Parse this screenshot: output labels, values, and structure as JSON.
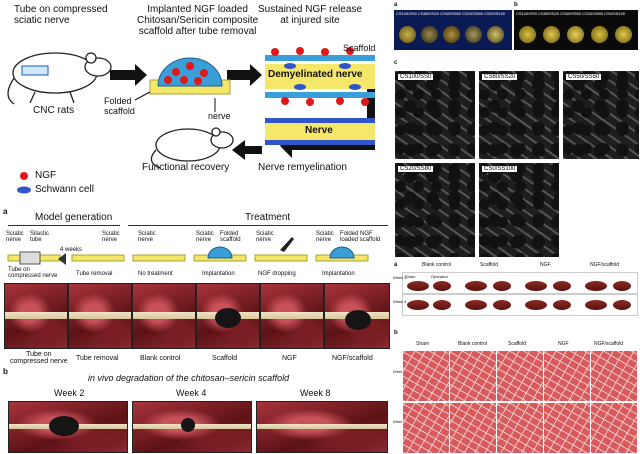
{
  "schematic": {
    "title_tube": "Tube on compressed\nsciatic nerve",
    "title_implant": "Implanted NGF loaded\nChitosan/Sericin composite\nscaffold after tube removal",
    "title_release": "Sustained NGF release\nat injured site",
    "label_scaffold": "Scaffold",
    "label_demyelinated": "Demyelinated nerve",
    "label_cnc": "CNC rats",
    "label_folded": "Folded\nscaffold",
    "label_nerve_small": "nerve",
    "legend_ngf": "NGF",
    "legend_schwann": "Schwann cell",
    "label_nerve_big": "Nerve",
    "label_recovery": "Functional recovery",
    "label_remyelination": "Nerve remyelination",
    "colors": {
      "ngf": "#e01818",
      "schwann": "#2f55c8",
      "nerve": "#f5e76a",
      "scaffold": "#3a9fd8"
    }
  },
  "sem": {
    "panel_a": "a",
    "panel_b": "b",
    "panel_c": "c",
    "disk_labels": [
      "CS100/SS0",
      "CS80/SS20",
      "CS50/SS50",
      "CS20/SS80",
      "CS0/SS100"
    ],
    "cells": [
      "CS100/SS0",
      "CS80/SS20",
      "CS50/SS50",
      "CS20/SS80",
      "CS0/SS100"
    ]
  },
  "surgery": {
    "panel_a": "a",
    "panel_b": "b",
    "heading_model": "Model generation",
    "heading_treatment": "Treatment",
    "steps": [
      {
        "top": "Sciatic\nnerve",
        "mid": "Silastic\ntube",
        "bottom": "Tube on\ncompressed nerve"
      },
      {
        "top": "Sciatic\nnerve",
        "bottom": "Tube removal"
      },
      {
        "top": "Sciatic\nnerve",
        "bottom": "No treatment"
      },
      {
        "top": "Sciatic\nnerve",
        "mid": "Folded\nscaffold",
        "bottom": "Implantation"
      },
      {
        "top": "Sciatic\nnerve",
        "bottom": "NGF dropping"
      },
      {
        "top": "Sciatic\nnerve",
        "mid": "Folded NGF\nloaded scaffold",
        "bottom": "Implantation"
      }
    ],
    "weeks_label": "4 weeks",
    "photo_captions": [
      "Tube on\ncompressed nerve",
      "Tube removal",
      "Blank control",
      "Scaffold",
      "NGF",
      "NGF/scaffold"
    ],
    "degradation_title": "in vivo degradation of the chitosan–sericin scaffold",
    "weeks": [
      "Week 2",
      "Week 4",
      "Week 8"
    ]
  },
  "histo": {
    "panel_a": "a",
    "panel_b": "b",
    "groups": [
      "Blank control",
      "Scaffold",
      "NGF",
      "NGF/scaffold"
    ],
    "sham": "Sham",
    "operated": "Operated",
    "stain_cols": [
      "Sham",
      "Blank control",
      "Scaffold",
      "NGF",
      "NGF/scaffold"
    ],
    "rows": [
      "Week 2",
      "Week 4"
    ]
  }
}
